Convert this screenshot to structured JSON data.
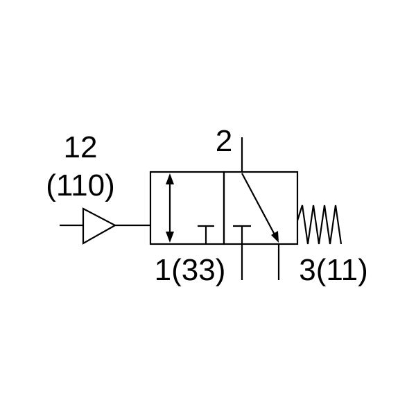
{
  "diagram": {
    "labels": {
      "pilot_port": "12",
      "pilot_port_alt": "(110)",
      "outlet_port": "2",
      "supply_port": "1(33)",
      "exhaust_port": "3(11)"
    },
    "colors": {
      "line": "#000000",
      "background": "#ffffff"
    }
  }
}
